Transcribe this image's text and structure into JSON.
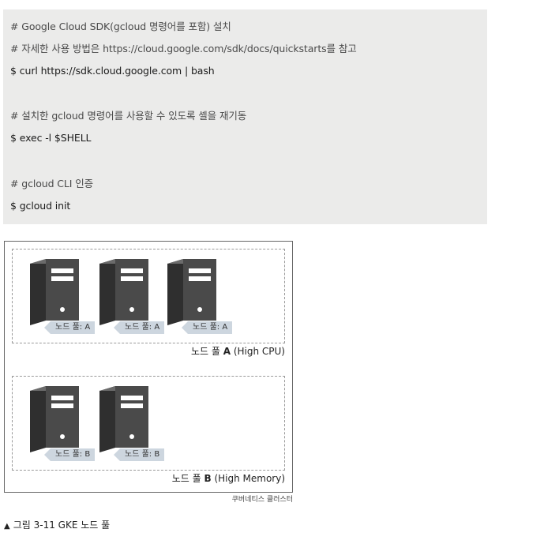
{
  "code": {
    "lines": [
      {
        "kind": "comment",
        "text": "# Google Cloud SDK(gcloud 명령어를 포함) 설치"
      },
      {
        "kind": "comment",
        "text": "# 자세한 사용 방법은 https://cloud.google.com/sdk/docs/quickstarts를 참고"
      },
      {
        "kind": "command",
        "text": "$ curl https://sdk.cloud.google.com | bash"
      },
      {
        "kind": "comment",
        "text": "# 설치한 gcloud 명령어를 사용할 수 있도록 셸을 재기동"
      },
      {
        "kind": "command",
        "text": "$ exec -l $SHELL"
      },
      {
        "kind": "comment",
        "text": "# gcloud CLI 인증"
      },
      {
        "kind": "command",
        "text": "$ gcloud init"
      }
    ]
  },
  "figure": {
    "pool_a": {
      "nodes": [
        "노드 풀: A",
        "노드 풀: A",
        "노드 풀: A"
      ],
      "label_prefix": "노드 풀 ",
      "label_letter": "A",
      "label_suffix": " (High CPU)"
    },
    "pool_b": {
      "nodes": [
        "노드 풀: B",
        "노드 풀: B"
      ],
      "label_prefix": "노드 풀 ",
      "label_letter": "B",
      "label_suffix": " (High Memory)"
    },
    "cluster_label": "쿠버네티스 클러스터"
  },
  "caption": {
    "marker": "▲",
    "text": "그림 3-11 GKE 노드 풀"
  },
  "colors": {
    "code_background": "#ebebea",
    "server_body": "#4a4a4a",
    "server_side": "#2f2f2f",
    "tag_background": "#cdd6df"
  }
}
